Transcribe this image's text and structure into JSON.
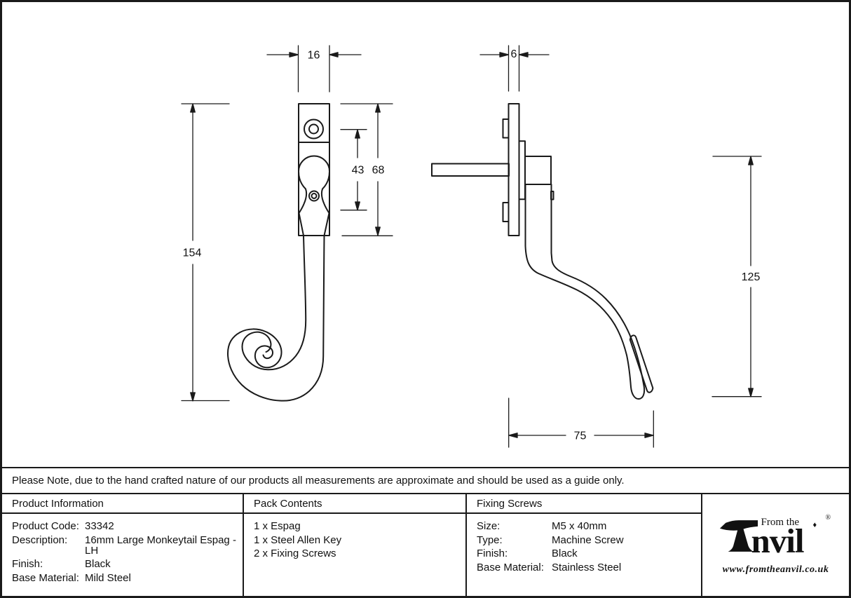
{
  "note": "Please Note, due to the hand crafted nature of our products all measurements are approximate and should be used as a guide only.",
  "dimensions": {
    "front_width": "16",
    "front_inner_height": "43",
    "front_plate_height": "68",
    "front_total_height": "154",
    "side_plate_thickness": "6",
    "side_drop": "125",
    "side_reach": "75"
  },
  "table": {
    "product_info": {
      "header": "Product Information",
      "rows": [
        [
          "Product Code:",
          "33342"
        ],
        [
          "Description:",
          "16mm Large Monkeytail Espag - LH"
        ],
        [
          "Finish:",
          "Black"
        ],
        [
          "Base Material:",
          "Mild Steel"
        ]
      ]
    },
    "pack_contents": {
      "header": "Pack Contents",
      "items": [
        "1 x Espag",
        "1 x Steel Allen Key",
        "2 x Fixing Screws"
      ]
    },
    "fixing_screws": {
      "header": "Fixing Screws",
      "rows": [
        [
          "Size:",
          "M5 x 40mm"
        ],
        [
          "Type:",
          "Machine Screw"
        ],
        [
          "Finish:",
          "Black"
        ],
        [
          "Base Material:",
          "Stainless Steel"
        ]
      ]
    }
  },
  "logo": {
    "from_the": "From the",
    "wordmark": "nvil",
    "diamond": "♦",
    "registered": "®",
    "url": "www.fromtheanvil.co.uk"
  }
}
